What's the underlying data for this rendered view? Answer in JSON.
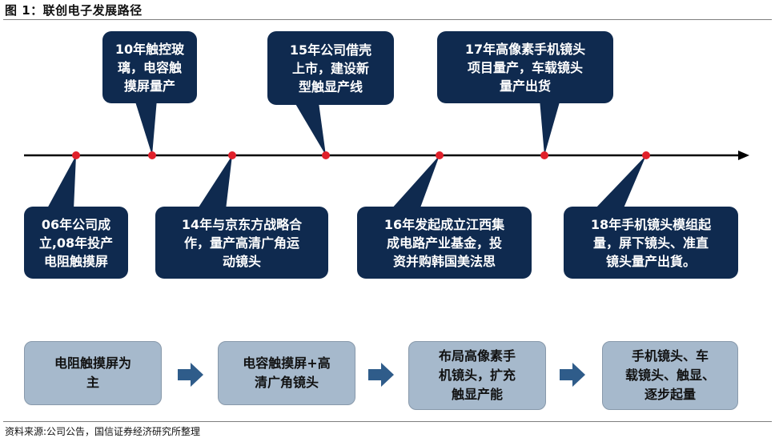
{
  "figure": {
    "title": "图 1：联创电子发展路径",
    "source": "资料来源:公司公告，国信证券经济研究所整理"
  },
  "timeline": {
    "events_above": [
      {
        "text": "10年触控玻\n璃，电容触\n摸屏量产"
      },
      {
        "text": "15年公司借壳\n上市，建设新\n型触显产线"
      },
      {
        "text": "17年高像素手机镜头\n项目量产，车载镜头\n量产出货"
      }
    ],
    "events_below": [
      {
        "text": "06年公司成\n立,08年投产\n电阻触摸屏"
      },
      {
        "text": "14年与京东方战略合\n作，量产高清广角运\n动镜头"
      },
      {
        "text": "16年发起成立江西集\n成电路产业基金，投\n资并购韩国美法思"
      },
      {
        "text": "18年手机镜头模组起\n量，屏下镜头、准直\n镜头量产出貨。"
      }
    ],
    "colors": {
      "axis": "#000000",
      "dot": "#e0202a",
      "bubble": "#0f2a4f"
    }
  },
  "stages": [
    {
      "text": "电阻触摸屏为\n主"
    },
    {
      "text": "电容触摸屏+高\n清广角镜头"
    },
    {
      "text": "布局高像素手\n机镜头，扩充\n触显产能"
    },
    {
      "text": "手机镜头、车\n载镜头、触显、\n逐步起量"
    }
  ],
  "stage_arrow": {
    "icon": "right-arrow-icon",
    "color": "#2f5c8a"
  },
  "stage_color": "#a6b9cc"
}
